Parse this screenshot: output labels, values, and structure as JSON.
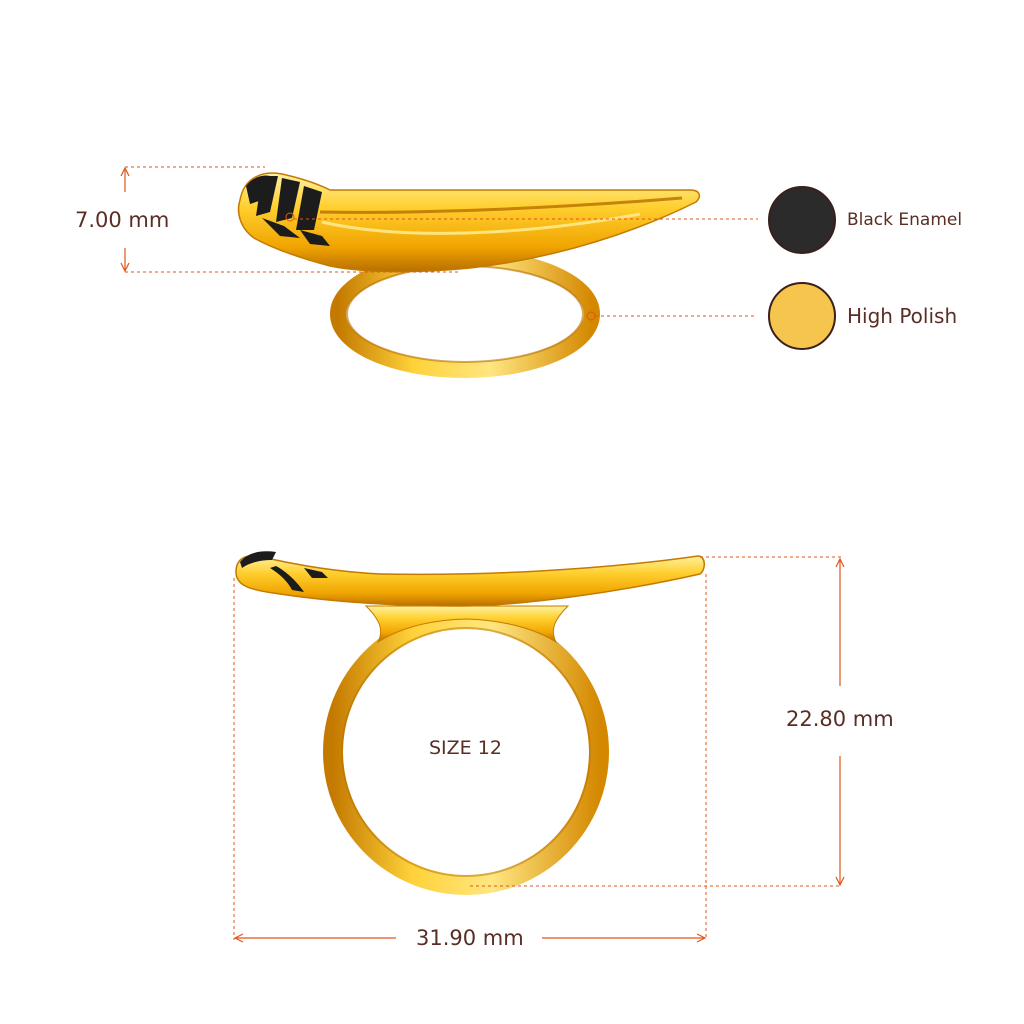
{
  "dimensions": {
    "height_top_view": "7.00 mm",
    "height_front_view": "22.80 mm",
    "width_front_view": "31.90 mm"
  },
  "size_label": "SIZE 12",
  "legend": [
    {
      "label": "Black Enamel",
      "color": "#2b2b2b",
      "icon": "black-enamel-swatch"
    },
    {
      "label": "High Polish",
      "color": "#f6c54e",
      "icon": "high-polish-swatch"
    }
  ],
  "colors": {
    "dimension_line": "#e0561a",
    "label_text": "#5a2e24",
    "gold_light": "#ffd84a",
    "gold_mid": "#f6b400",
    "gold_dark": "#c47a00",
    "enamel": "#1c1c1c"
  }
}
